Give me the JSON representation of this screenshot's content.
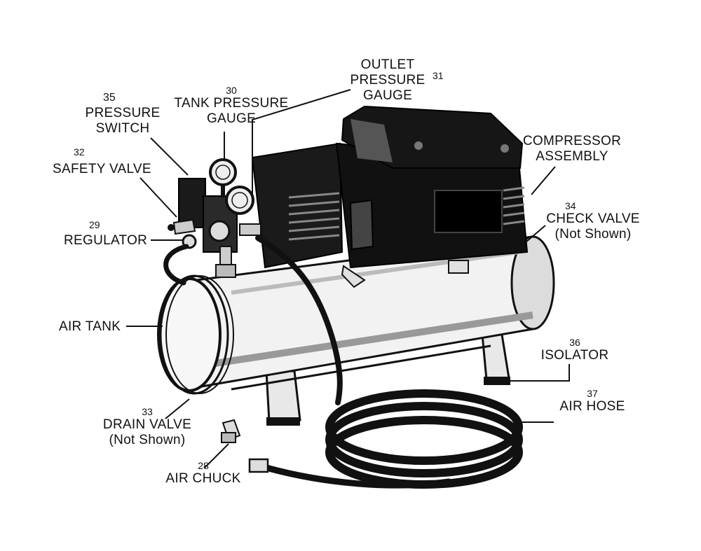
{
  "parts": {
    "outlet_gauge": {
      "number": "31",
      "line1": "OUTLET",
      "line2": "PRESSURE",
      "line3": "GAUGE"
    },
    "tank_gauge": {
      "number": "30",
      "line1": "TANK PRESSURE",
      "line2": "GAUGE"
    },
    "pressure_switch": {
      "number": "35",
      "line1": "PRESSURE",
      "line2": "SWITCH"
    },
    "safety_valve": {
      "number": "32",
      "line1": "SAFETY VALVE"
    },
    "regulator": {
      "number": "29",
      "line1": "REGULATOR"
    },
    "air_tank": {
      "line1": "AIR TANK"
    },
    "compressor": {
      "line1": "COMPRESSOR",
      "line2": "ASSEMBLY"
    },
    "check_valve": {
      "number": "34",
      "line1": "CHECK VALVE",
      "line2": "(Not Shown)"
    },
    "isolator": {
      "number": "36",
      "line1": "ISOLATOR"
    },
    "air_hose": {
      "number": "37",
      "line1": "AIR HOSE"
    },
    "drain_valve": {
      "number": "33",
      "line1": "DRAIN VALVE",
      "line2": "(Not Shown)"
    },
    "air_chuck": {
      "number": "28",
      "line1": "AIR CHUCK"
    }
  }
}
